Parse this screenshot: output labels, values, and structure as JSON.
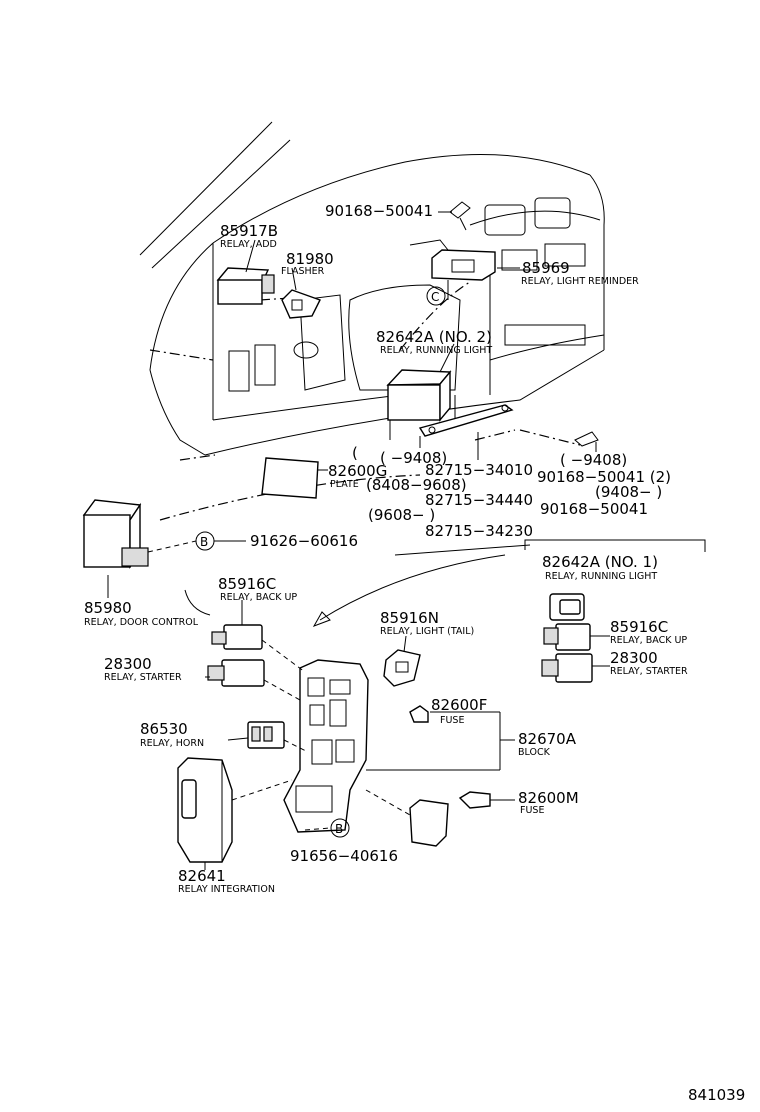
{
  "parts": [
    {
      "id": "90168-50041",
      "part": "90168−50041",
      "desc": ""
    },
    {
      "id": "85917B",
      "part": "85917B",
      "desc": "RELAY, ADD"
    },
    {
      "id": "81980",
      "part": "81980",
      "desc": "FLASHER"
    },
    {
      "id": "85969",
      "part": "85969",
      "desc": "RELAY, LIGHT REMINDER"
    },
    {
      "id": "82642A-2",
      "part": "82642A (NO. 2)",
      "desc": "RELAY, RUNNING LIGHT"
    },
    {
      "id": "82600G",
      "part": "82600G",
      "desc": "PLATE"
    },
    {
      "id": "85980",
      "part": "85980",
      "desc": "RELAY, DOOR CONTROL"
    },
    {
      "id": "85916C",
      "part": "85916C",
      "desc": "RELAY, BACK UP"
    },
    {
      "id": "28300",
      "part": "28300",
      "desc": "RELAY, STARTER"
    },
    {
      "id": "86530",
      "part": "86530",
      "desc": "RELAY, HORN"
    },
    {
      "id": "82641",
      "part": "82641",
      "desc": "RELAY INTEGRATION"
    },
    {
      "id": "85916N",
      "part": "85916N",
      "desc": "RELAY, LIGHT (TAIL)"
    },
    {
      "id": "82600F",
      "part": "82600F",
      "desc": "FUSE"
    },
    {
      "id": "82670A",
      "part": "82670A",
      "desc": "BLOCK"
    },
    {
      "id": "82600M",
      "part": "82600M",
      "desc": "FUSE"
    },
    {
      "id": "82642A-1",
      "part": "82642A (NO. 1)",
      "desc": "RELAY, RUNNING LIGHT"
    },
    {
      "id": "85916C-b",
      "part": "85916C",
      "desc": "RELAY, BACK UP"
    },
    {
      "id": "28300-b",
      "part": "28300",
      "desc": "RELAY, STARTER"
    }
  ],
  "notes": {
    "bracket_range1": "(      −9408)",
    "bracket_part1": "82715−34010",
    "bracket_range2": "(8408−9608)",
    "bracket_part2": "82715−34440",
    "bracket_range3": "(9608−          )",
    "bracket_part3": "82715−34230",
    "bolt_range1": "(      −9408)",
    "bolt_part1": "90168−50041 (2)",
    "bolt_range2": "(9408−           )",
    "bolt_part2": "90168−50041",
    "plate_open_paren": "(",
    "ref_b_top": "91626−60616",
    "ref_b_bottom": "91656−40616",
    "ref_b_letter": "B",
    "ref_c_letter": "C"
  },
  "figure_code": "841039"
}
